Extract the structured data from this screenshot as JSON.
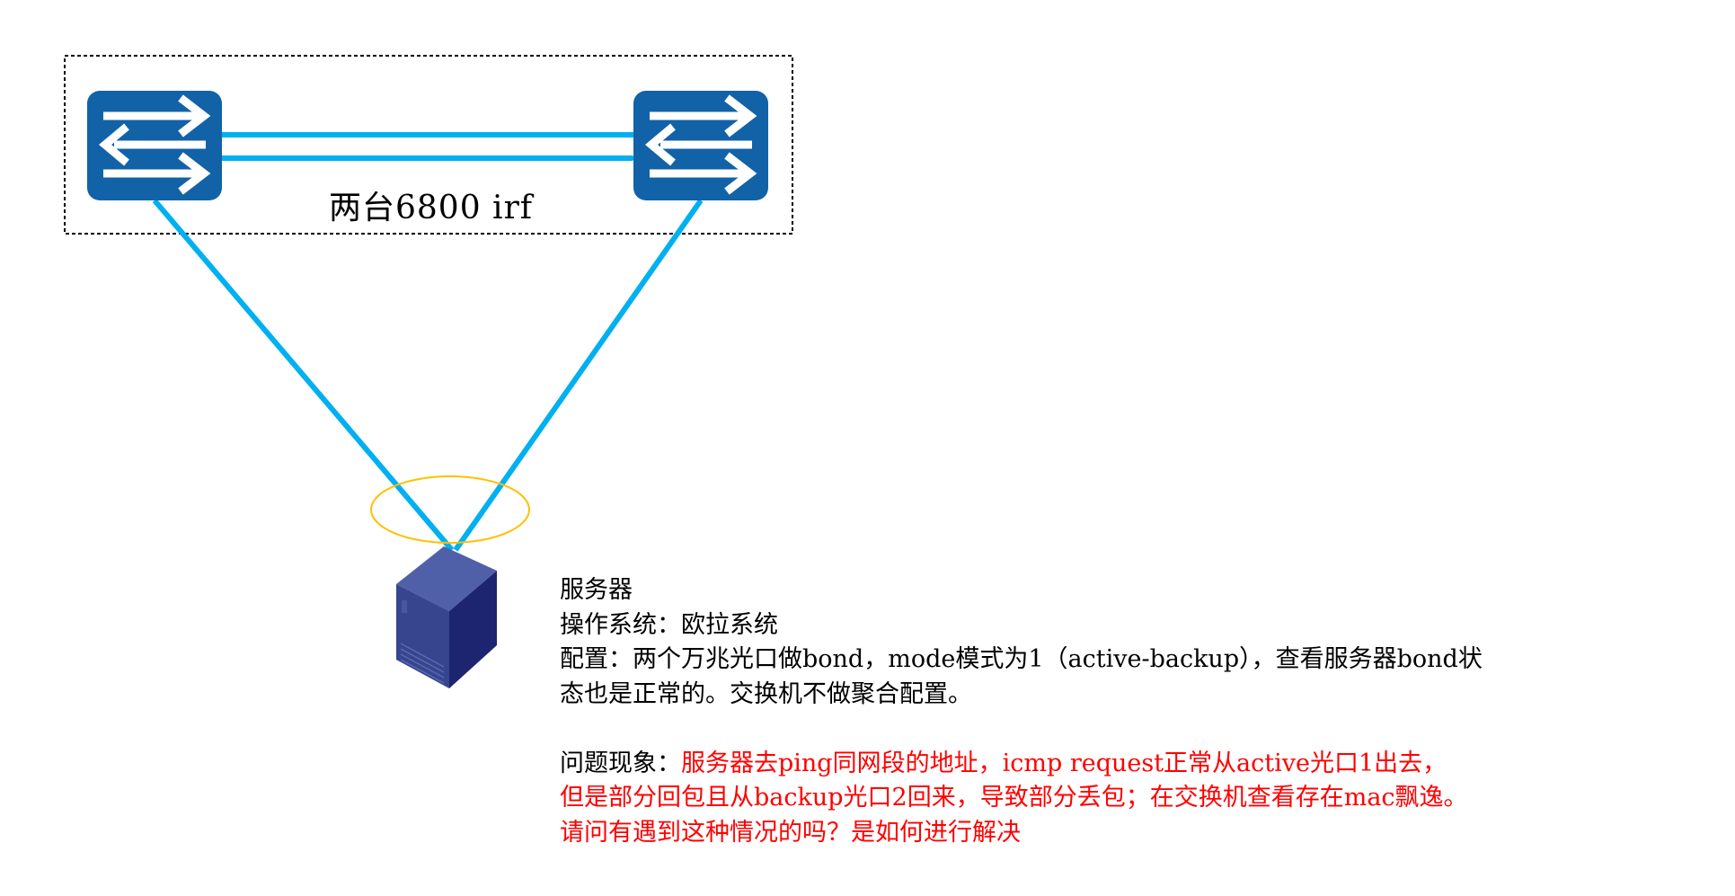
{
  "diagram": {
    "irf_label": "两台6800 irf",
    "server_title": "服务器",
    "os_line": "操作系统：欧拉系统",
    "config_line_1": "配置：两个万兆光口做bond，mode模式为1（active-backup），查看服务器bond状",
    "config_line_2": "态也是正常的。交换机不做聚合配置。",
    "problem_label": "问题现象：",
    "problem_line_1": "服务器去ping同网段的地址，icmp request正常从active光口1出去，",
    "problem_line_2": "但是部分回包且从backup光口2回来，导致部分丢包；在交换机查看存在mac飘逸。",
    "problem_line_3": "请问有遇到这种情况的吗？是如何进行解决"
  },
  "colors": {
    "switch_fill": "#1262a8",
    "link": "#00b0f0",
    "bond_ellipse": "#ffc000",
    "server_front": "#36458e",
    "server_side": "#1d2470",
    "server_top": "#5060a8",
    "highlight_text": "#ff0000"
  }
}
